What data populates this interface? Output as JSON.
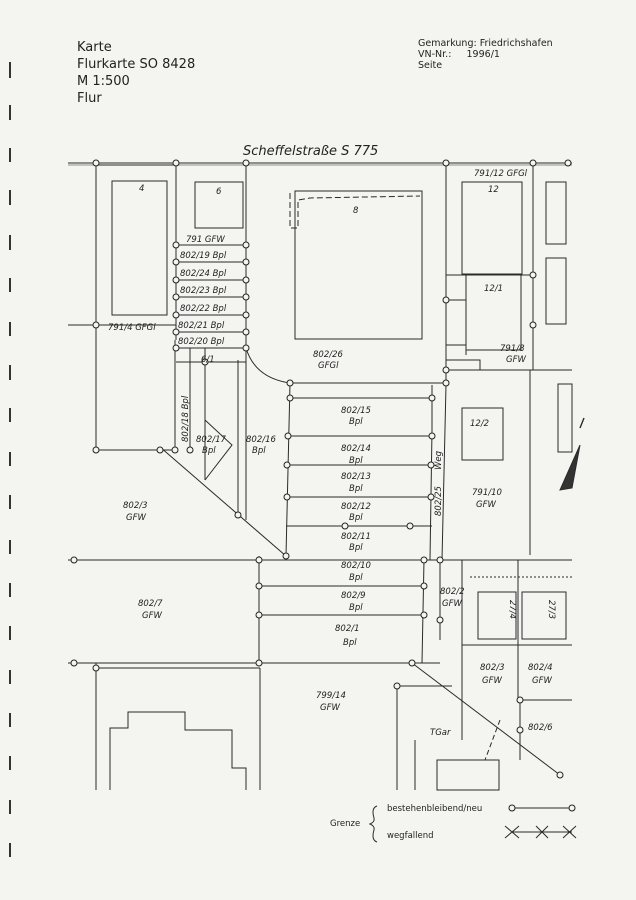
{
  "header": {
    "line1": "Karte",
    "line2": "Flurkarte SO 8428",
    "line3": "M 1:500",
    "line4": "Flur",
    "gemarkung_label": "Gemarkung:",
    "gemarkung_value": "Friedrichshafen",
    "vn_label": "VN-Nr.:",
    "vn_value": "1996/1",
    "seite_label": "Seite"
  },
  "map": {
    "street": "Scheffelstraße  S  775",
    "weg": "Weg",
    "parcels": {
      "p4": "4",
      "p6": "6",
      "p8": "8",
      "p12": "12",
      "p12_1": "12/1",
      "p12_2": "12/2",
      "p791_12": "791/12  GFGl",
      "p791_gfw": "791  GFW",
      "p802_19": "802/19 Bpl",
      "p802_24": "802/24 Bpl",
      "p802_23": "802/23 Bpl",
      "p802_22": "802/22 Bpl",
      "p802_21": "802/21 Bpl",
      "p802_20": "802/20 Bpl",
      "p791_4": "791/4  GFGl",
      "p6_1": "6/1",
      "p802_26": "802/26",
      "p802_26b": "GFGl",
      "p791_8": "791/8",
      "p791_8b": "GFW",
      "p802_15": "802/15",
      "p802_15b": "Bpl",
      "p802_14": "802/14",
      "p802_14b": "Bpl",
      "p802_13": "802/13",
      "p802_13b": "Bpl",
      "p802_12": "802/12",
      "p802_12b": "Bpl",
      "p802_11": "802/11",
      "p802_11b": "Bpl",
      "p802_10": "802/10",
      "p802_10b": "Bpl",
      "p802_9": "802/9",
      "p802_9b": "Bpl",
      "p802_1": "802/1",
      "p802_1b": "Bpl",
      "p802_18": "802/18  Bpl",
      "p802_17": "802/17",
      "p802_17b": "Bpl",
      "p802_16": "802/16",
      "p802_16b": "Bpl",
      "p802_25": "802/25",
      "p791_10": "791/10",
      "p791_10b": "GFW",
      "p802_3a": "802/3",
      "p802_3ab": "GFW",
      "p802_7": "802/7",
      "p802_7b": "GFW",
      "p802_2": "802/2",
      "p802_2b": "GFW",
      "p27_4": "27/4",
      "p27_3": "27/3",
      "p802_3b": "802/3",
      "p802_3bb": "GFW",
      "p802_4": "802/4",
      "p802_4b": "GFW",
      "p802_6": "802/6",
      "p799_14": "799/14",
      "p799_14b": "GFW",
      "tgar": "TGar"
    }
  },
  "legend": {
    "grenze": "Grenze",
    "keep": "bestehenbleibend/neu",
    "remove": "wegfallend"
  }
}
